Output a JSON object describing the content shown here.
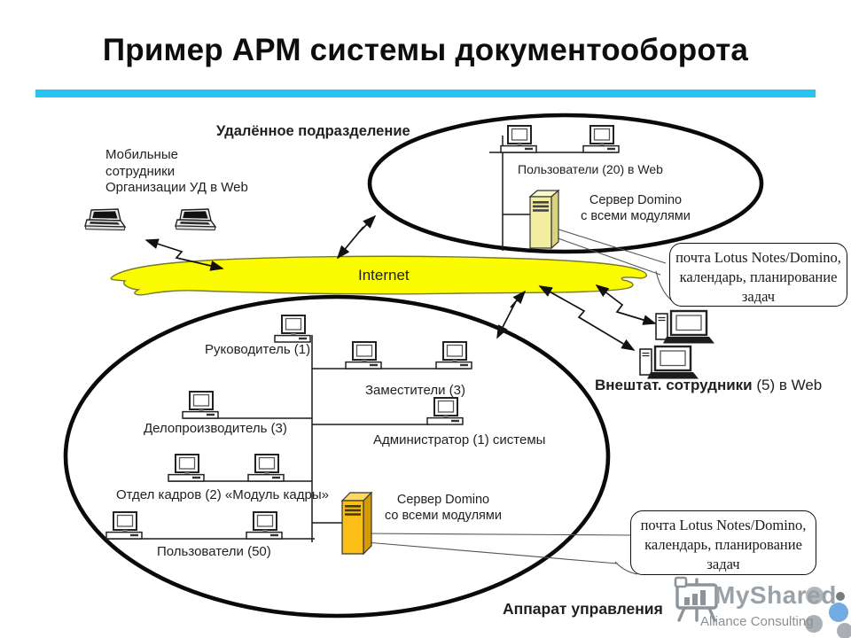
{
  "slide": {
    "title": "Пример АРМ системы документооборота"
  },
  "mobile": {
    "label": "Мобильные\nсотрудники\nОрганизации УД в Web"
  },
  "remote_division": {
    "title": "Удалённое подразделение",
    "users_label": "Пользователи (20) в Web",
    "server_label": "Сервер Domino\nс всеми модулями"
  },
  "internet": {
    "label": "Internet"
  },
  "freelance": {
    "label_bold": "Внештат. сотрудники",
    "label_rest": " (5) в Web"
  },
  "head_office": {
    "title": "Аппарат управления",
    "head_label": "Руководитель (1)",
    "deputies_label": "Заместители (3)",
    "clerk_label": "Делопроизводитель (3)",
    "admin_label": "Администратор (1) системы",
    "hr_label": "Отдел кадров (2) «Модуль кадры»",
    "users_label": "Пользователи (50)",
    "server_label": "Сервер Domino\nсо всеми модулями"
  },
  "callouts": {
    "top": "почта Lotus Notes/Domino,\nкалендарь, планирование\nзадач",
    "bottom": "почта Lotus Notes/Domino,\nкалендарь, планирование\nзадач"
  },
  "watermark": {
    "brand": "MyShared",
    "subtitle": "Alliance Consulting"
  },
  "colors": {
    "accent_bar": "#29c3f0",
    "cloud_fill": "#fcfc00",
    "cloud_stroke": "#787830",
    "server_top_fill": "#f2eda0",
    "server_bottom_fill": "#fbbd17"
  }
}
